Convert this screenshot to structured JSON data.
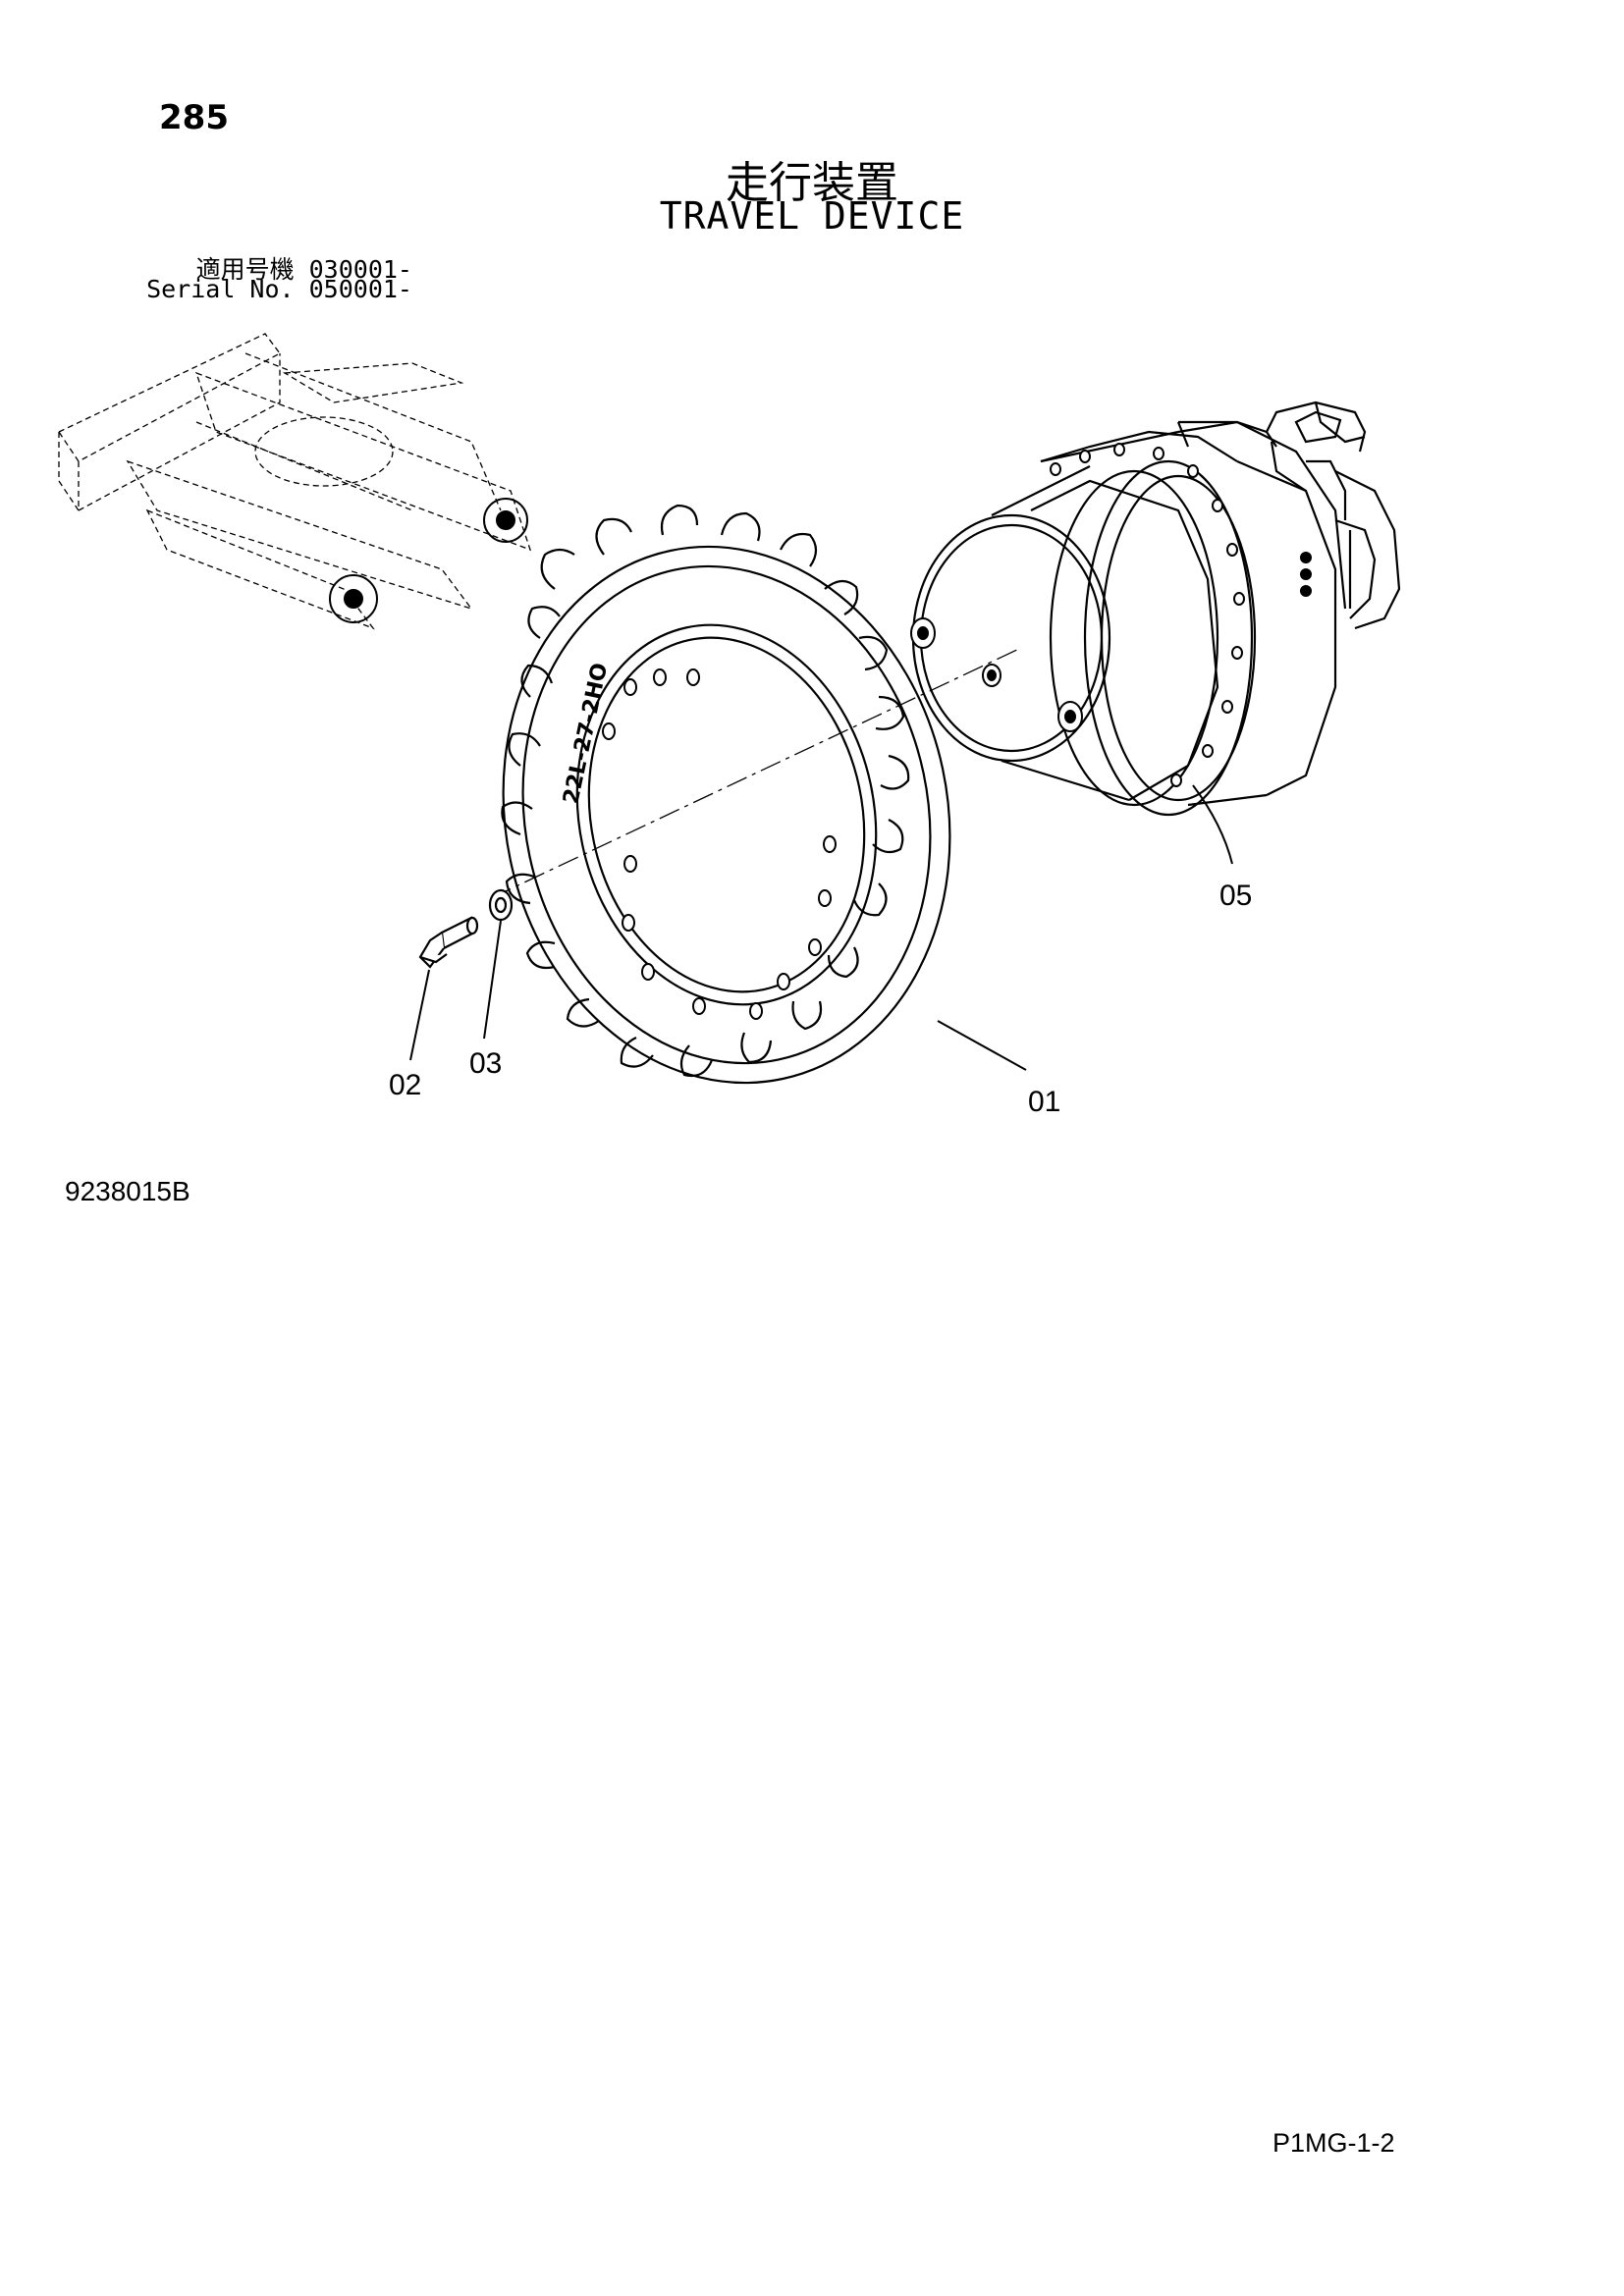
{
  "page_number": "285",
  "title_jp": "走行装置",
  "title_en": "TRAVEL DEVICE",
  "applicability": {
    "line_jp": "適用号機  030001-",
    "line_en": "Serial No. 050001-"
  },
  "sprocket_marking": "22L-27-2HO",
  "callouts": {
    "sprocket": "01",
    "bolt": "02",
    "washer": "03",
    "travel_motor": "05"
  },
  "figure_number": "9238015B",
  "sheet_code": "P1MG-1-2"
}
